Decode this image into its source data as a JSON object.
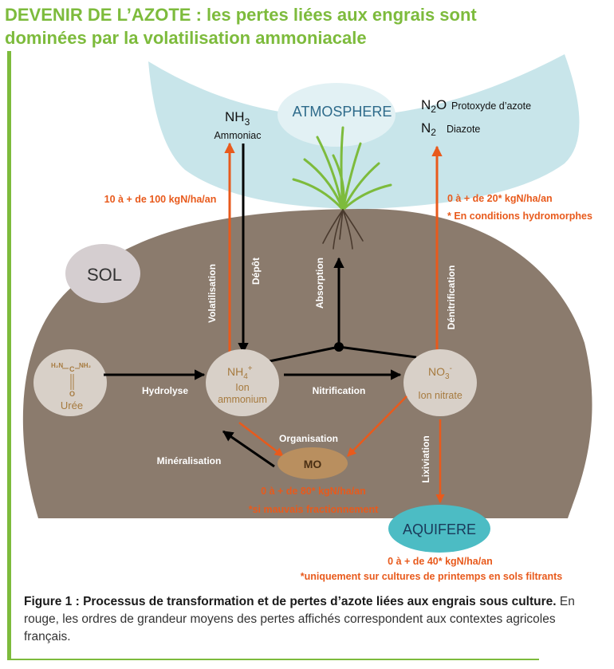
{
  "title": {
    "line1": "DEVENIR DE L’AZOTE : les pertes liées aux engrais sont",
    "line2": "dominées par la volatilisation ammoniacale"
  },
  "colors": {
    "accent_green": "#7dbb3c",
    "soil": "#8b7b6d",
    "atmosphere": "#c8e5ea",
    "loss_orange": "#e85a1c",
    "node_fill": "#d8d0c8",
    "node_text": "#a67a3e",
    "mo_fill": "#b98f5f",
    "aquifer": "#4cbcc4"
  },
  "zones": {
    "atmosphere": "ATMOSPHERE",
    "soil": "SOL",
    "aquifer": "AQUIFERE"
  },
  "gases": {
    "nh3_formula": "NH",
    "nh3_sub": "3",
    "nh3_name": "Ammoniac",
    "n2o_formula_n": "N",
    "n2o_sub": "2",
    "n2o_formula_o": "O",
    "n2o_name": "Protoxyde d’azote",
    "n2_formula": "N",
    "n2_sub": "2",
    "n2_name": "Diazote"
  },
  "nodes": {
    "uree_formula": {
      "h2n": "H₂N",
      "nh2": "NH₂",
      "c": "C",
      "o": "O"
    },
    "uree_name": "Urée",
    "nh4_formula": "NH",
    "nh4_sub": "4",
    "nh4_sup": "+",
    "nh4_name_1": "Ion",
    "nh4_name_2": "ammonium",
    "no3_formula": "NO",
    "no3_sub": "3",
    "no3_sup": "-",
    "no3_name": "Ion nitrate",
    "mo_name": "MO"
  },
  "processes": {
    "hydrolyse": "Hydrolyse",
    "nitrification": "Nitrification",
    "volatilisation": "Volatilisation",
    "depot": "Dépôt",
    "absorption": "Absorption",
    "denitrification": "Dénitrification",
    "organisation": "Organisation",
    "mineralisation": "Minéralisation",
    "lixiviation": "Lixiviation"
  },
  "losses": {
    "volatilisation": "10 à + de 100 kgN/ha/an",
    "denitrification": "0 à + de 20* kgN/ha/an",
    "denitrification_note": "* En conditions hydromorphes",
    "organisation": "0 à + de 80* kgN/ha/an",
    "organisation_note": "*si mauvais fractionnement",
    "lixiviation": "0 à + de 40* kgN/ha/an",
    "lixiviation_note": "*uniquement sur cultures de printemps en sols filtrants"
  },
  "caption": {
    "bold": "Figure 1 : Processus de transformation et de pertes d’azote liées aux engrais sous culture.",
    "text": " En rouge, les ordres de grandeur moyens des pertes affichés correspondent aux contextes agricoles français."
  }
}
